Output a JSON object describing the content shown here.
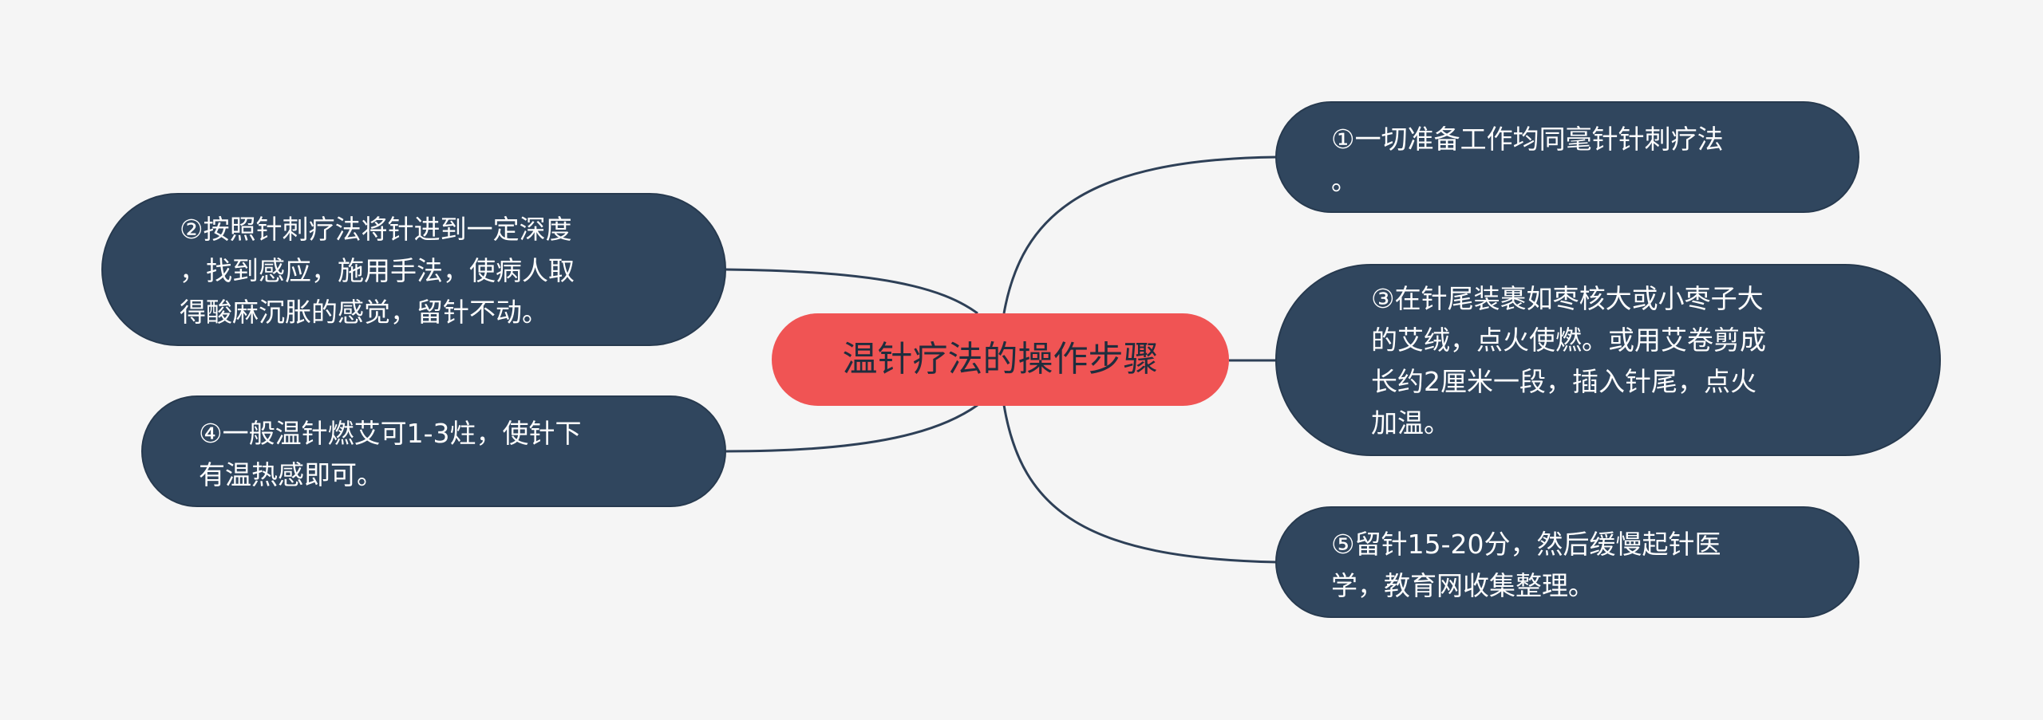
{
  "colors": {
    "background": "#f5f5f5",
    "root_fill": "#f05454",
    "node_fill": "#30465e",
    "edge": "#2e4057",
    "node_text": "#ffffff",
    "root_text": "#1f2d3d"
  },
  "root": {
    "label": "温针疗法的操作步骤"
  },
  "branches": [
    {
      "id": "step1",
      "side": "right",
      "lines": [
        "①一切准备工作均同毫针针刺疗法",
        "。"
      ]
    },
    {
      "id": "step2",
      "side": "left",
      "lines": [
        "②按照针刺疗法将针进到一定深度",
        "，找到感应，施用手法，使病人取",
        "得酸麻沉胀的感觉，留针不动。"
      ]
    },
    {
      "id": "step3",
      "side": "right",
      "lines": [
        "③在针尾装裹如枣核大或小枣子大",
        "的艾绒，点火使燃。或用艾卷剪成",
        "长约2厘米一段，插入针尾，点火",
        "加温。"
      ]
    },
    {
      "id": "step4",
      "side": "left",
      "lines": [
        "④一般温针燃艾可1-3炷，使针下",
        "有温热感即可。"
      ]
    },
    {
      "id": "step5",
      "side": "right",
      "lines": [
        "⑤留针15-20分，然后缓慢起针医",
        "学，教育网收集整理。"
      ]
    }
  ]
}
